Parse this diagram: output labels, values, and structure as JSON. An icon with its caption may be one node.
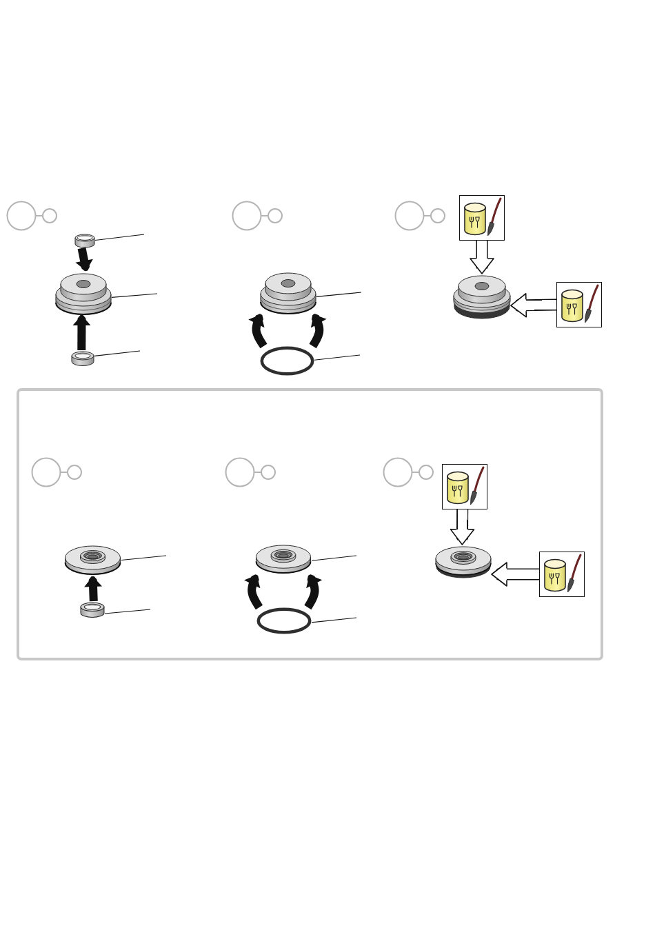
{
  "diagram": {
    "nodes": [
      {
        "text": [],
        "shape": "picture"
      },
      {
        "text": [],
        "shape": "picture"
      },
      {
        "text": [],
        "shape": "picture"
      },
      {
        "text": [],
        "shape": "picture"
      },
      {
        "text": [],
        "shape": "circle"
      },
      {
        "text": [],
        "shape": "picture"
      },
      {
        "text": [],
        "shape": "picture"
      },
      {
        "text": [],
        "shape": "picture"
      },
      {
        "text": [],
        "shape": "box"
      },
      {
        "text": [],
        "shape": "picture",
        "in": 8
      },
      {
        "text": [],
        "shape": "picture",
        "in": 8
      },
      {
        "text": [],
        "shape": "picture",
        "in": 8
      },
      {
        "text": [],
        "shape": "circle",
        "in": 8
      },
      {
        "text": [],
        "shape": "picture",
        "in": 8
      },
      {
        "text": [],
        "shape": "picture",
        "in": 8
      },
      {
        "text": [],
        "shape": "picture",
        "in": 8
      }
    ],
    "edges": [
      {
        "from": null,
        "to": 0,
        "arrow": "none"
      },
      {
        "from": null,
        "to": 1,
        "arrow": "none"
      },
      {
        "from": null,
        "to": 2,
        "arrow": "none"
      },
      {
        "from": 0,
        "to": 1,
        "arrow": "to",
        "style": "thick"
      },
      {
        "from": 2,
        "to": 1,
        "arrow": "to",
        "style": "thick"
      },
      {
        "from": null,
        "to": 3,
        "arrow": "none"
      },
      {
        "from": null,
        "to": 4,
        "arrow": "none"
      },
      {
        "from": 4,
        "to": 3,
        "arrow": "to",
        "style": "thick"
      },
      {
        "from": 4,
        "to": 3,
        "arrow": "to",
        "style": "thick"
      },
      {
        "from": 5,
        "to": 6,
        "arrow": "to",
        "style": "thick",
        "color": "#ffffff"
      },
      {
        "from": 7,
        "to": 6,
        "arrow": "to",
        "style": "thick",
        "color": "#ffffff"
      },
      {
        "from": null,
        "to": 9,
        "arrow": "none"
      },
      {
        "from": null,
        "to": 10,
        "arrow": "none"
      },
      {
        "from": 10,
        "to": 9,
        "arrow": "to",
        "style": "thick"
      },
      {
        "from": null,
        "to": 11,
        "arrow": "none"
      },
      {
        "from": null,
        "to": 12,
        "arrow": "none"
      },
      {
        "from": 12,
        "to": 11,
        "arrow": "to",
        "style": "thick"
      },
      {
        "from": 12,
        "to": 11,
        "arrow": "to",
        "style": "thick"
      },
      {
        "from": 13,
        "to": 14,
        "arrow": "to",
        "style": "thick",
        "color": "#ffffff"
      },
      {
        "from": 15,
        "to": 14,
        "arrow": "to",
        "style": "thick",
        "color": "#ffffff"
      }
    ]
  }
}
